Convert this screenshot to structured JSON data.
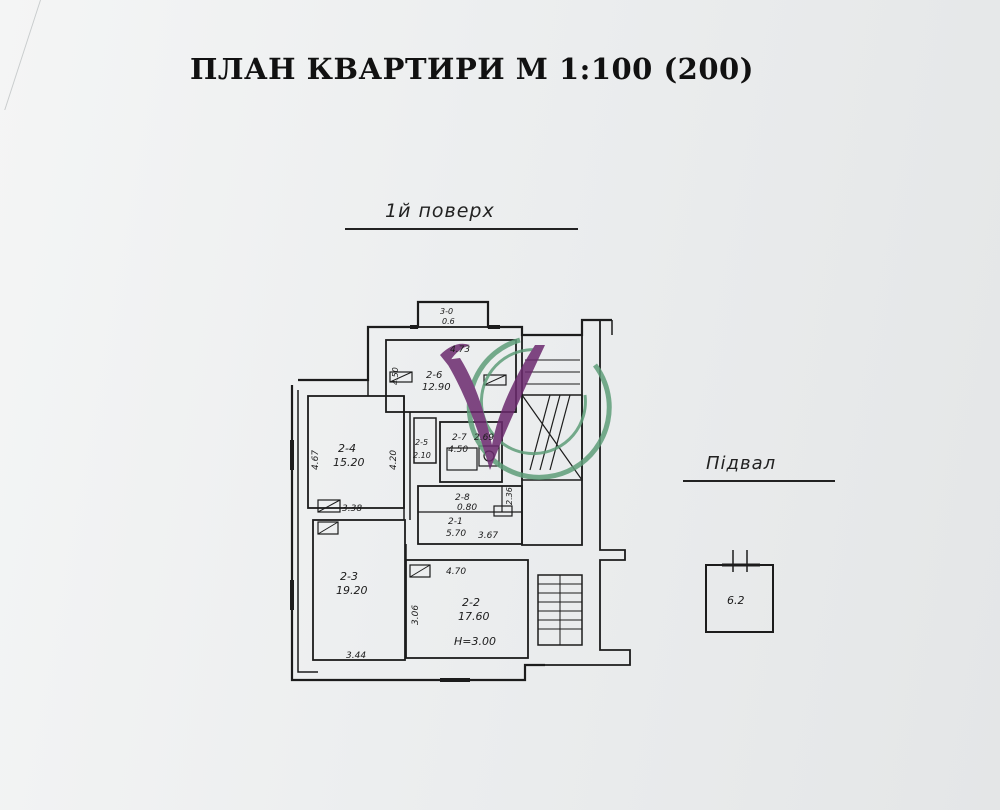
{
  "title": "ПЛАН КВАРТИРИ М 1:100 (200)",
  "floor_label": "1й поверх",
  "basement_label": "Підвал",
  "rooms": [
    {
      "id": "3-0",
      "area": "0.6"
    },
    {
      "id": "2-6",
      "area": "12.90"
    },
    {
      "id": "2-7",
      "area": "4.50"
    },
    {
      "id": "2-5",
      "area": "2.10"
    },
    {
      "id": "2-4",
      "area": "15.20"
    },
    {
      "id": "2-8",
      "area": "0.80"
    },
    {
      "id": "2-1",
      "area": "5.70"
    },
    {
      "id": "2-3",
      "area": "19.20"
    },
    {
      "id": "2-2",
      "area": "17.60",
      "height": "H=3.00"
    }
  ],
  "dimensions": [
    "4.73",
    "4.67",
    "4.20",
    "2.69",
    "3.38",
    "2.36",
    "3.67",
    "4.70",
    "3.06",
    "3.44",
    "4.50"
  ],
  "basement": {
    "area": "6.2"
  },
  "logo": {
    "letters": "VC",
    "colors": {
      "purple": "#6b2a6e",
      "green": "#5f9e79"
    }
  }
}
